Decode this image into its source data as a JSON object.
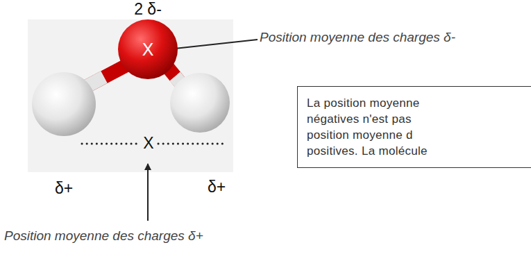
{
  "diagram": {
    "nodes": [
      {
        "text": [
          "X"
        ]
      },
      {
        "text": [
          "La position moyenne",
          "négatives n'est pas",
          "position moyenne d",
          "positives. La molécule"
        ]
      }
    ],
    "labels": [
      "2 δ-",
      "Position moyenne des charges δ-",
      "X",
      "δ+",
      "δ+",
      "Position moyenne des charges δ+"
    ]
  }
}
